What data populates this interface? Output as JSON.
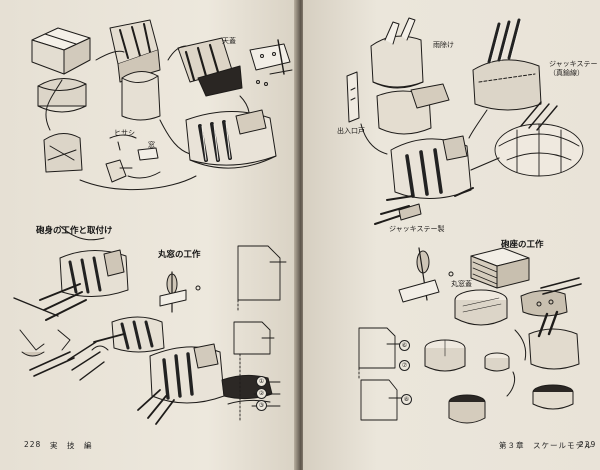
{
  "left_page": {
    "heading_barrel": "砲身の工作と取付け",
    "heading_porthole": "丸窓の工作",
    "label_roof": "天蓋",
    "label_hisashi": "ヒサシ",
    "label_window": "窓",
    "folio_number": "228",
    "folio_title": "実　技　編",
    "markers": [
      "①",
      "②",
      "③"
    ]
  },
  "right_page": {
    "label_rain_guard": "雨除け",
    "label_jack_stay_note": "ジャッキステー\n（真鍮線）",
    "label_hatch": "出入口戸",
    "label_jack_stay_making": "ジャッキステー製",
    "heading_base": "砲座の工作",
    "label_porthole_lid": "丸窓蓋",
    "folio_chapter": "第３章　スケールモデル",
    "folio_number": "229",
    "markers": [
      "⑥",
      "⑦",
      "⑧"
    ]
  }
}
